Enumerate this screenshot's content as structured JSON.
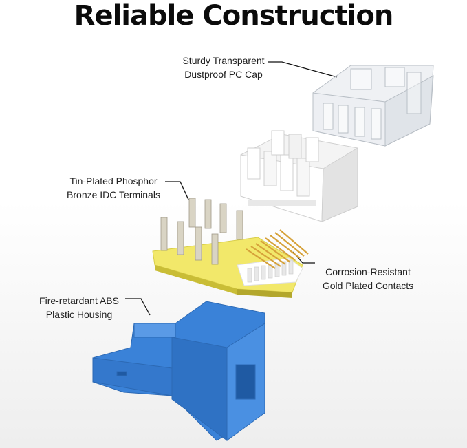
{
  "title": "Reliable Construction",
  "callouts": [
    {
      "line1": "Sturdy Transparent",
      "line2": "Dustproof PC Cap"
    },
    {
      "line1": "Tin-Plated Phosphor",
      "line2": "Bronze IDC Terminals"
    },
    {
      "line1": "Corrosion-Resistant",
      "line2": "Gold Plated Contacts"
    },
    {
      "line1": "Fire-retardant ABS",
      "line2": "Plastic Housing"
    }
  ],
  "colors": {
    "housing": "#3a82d8",
    "pcb": "#f2e86a",
    "gold": "#d6a23a",
    "pins": "#c9c4b4"
  }
}
